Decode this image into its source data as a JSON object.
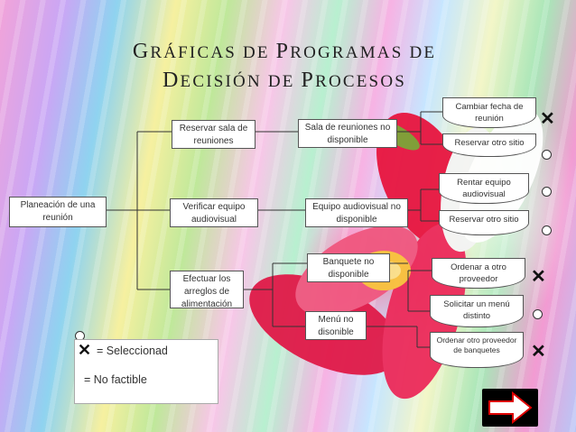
{
  "title": {
    "line1_a": "G",
    "line1_b": "RÁFICAS DE ",
    "line1_c": "P",
    "line1_d": "ROGRAMAS DE",
    "line2_a": "D",
    "line2_b": "ECISIÓN DE ",
    "line2_c": "P",
    "line2_d": "ROCESOS"
  },
  "nodes": {
    "root": "Planeación de una reunión",
    "level1": [
      "Reservar sala de reuniones",
      "Verificar equipo audiovisual",
      "Efectuar los arreglos de alimentación"
    ],
    "level2": [
      "Sala de reuniones no disponible",
      "Equipo audiovisual no disponible",
      "Banquete no disponible",
      "Menú no disonible"
    ],
    "options": [
      "Cambiar fecha de reunión",
      "Reservar otro sitio",
      "Rentar equipo audiovisual",
      "Reservar otro sitio",
      "Ordenar a otro proveedor",
      "Solicitar un menú distinto",
      "Ordenar otro proveedor de banquetes"
    ]
  },
  "legend": {
    "selected": "= Seleccionad",
    "not_feasible": "= No factible"
  },
  "icons": {
    "selected": "circle-icon",
    "not_feasible": "x-icon",
    "next": "arrow-right-icon"
  }
}
